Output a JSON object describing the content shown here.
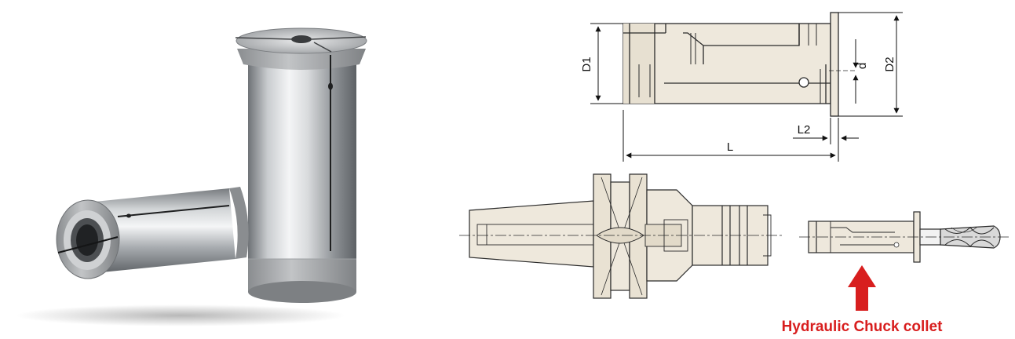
{
  "dimensions": {
    "d1": "D1",
    "d2": "D2",
    "d": "d",
    "l": "L",
    "l2": "L2"
  },
  "caption": "Hydraulic Chuck collet",
  "colors": {
    "body_fill": "#eee8dc",
    "outline": "#2a2a2a",
    "arrow": "#d81e1e",
    "steel_dark": "#6e7276",
    "steel_light": "#f2f3f4"
  }
}
